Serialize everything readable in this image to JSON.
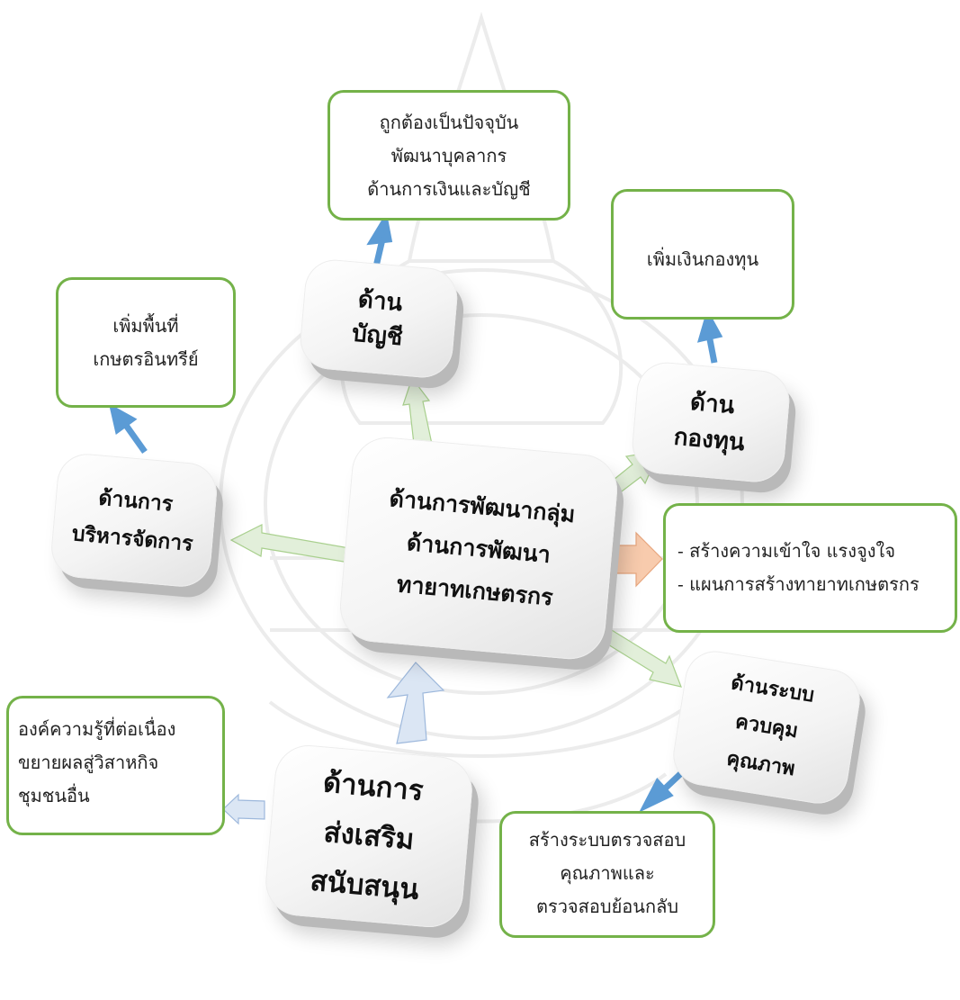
{
  "center": {
    "lines": [
      "ด้านการพัฒนากลุ่ม",
      "ด้านการพัฒนา",
      "ทายาทเกษตรกร"
    ]
  },
  "nodes": {
    "accounting": {
      "lines": [
        "ด้าน",
        "บัญชี"
      ]
    },
    "fund": {
      "lines": [
        "ด้าน",
        "กองทุน"
      ]
    },
    "management": {
      "lines": [
        "ด้านการ",
        "บริหารจัดการ"
      ]
    },
    "quality": {
      "lines": [
        "ด้านระบบ",
        "ควบคุม",
        "คุณภาพ"
      ]
    },
    "promotion": {
      "lines": [
        "ด้านการ",
        "ส่งเสริม",
        "สนับสนุน"
      ]
    }
  },
  "outcomes": {
    "accounting": {
      "lines": [
        "ถูกต้องเป็นปัจจุบัน",
        "พัฒนาบุคลากร",
        "ด้านการเงินและบัญชี"
      ]
    },
    "fund": {
      "lines": [
        "เพิ่มเงินกองทุน"
      ]
    },
    "management": {
      "lines": [
        "เพิ่มพื้นที่",
        "เกษตรอินทรีย์"
      ]
    },
    "heir": {
      "lines": [
        "- สร้างความเข้าใจ แรงจูงใจ",
        "- แผนการสร้างทายาทเกษตรกร"
      ]
    },
    "quality": {
      "lines": [
        "สร้างระบบตรวจสอบ",
        "คุณภาพและ",
        "ตรวจสอบย้อนกลับ"
      ]
    },
    "promotion": {
      "lines": [
        "องค์ความรู้ที่ต่อเนื่อง",
        "ขยายผลสู่วิสาหกิจ",
        "ชุมชนอื่น"
      ]
    }
  },
  "colors": {
    "box_border": "#74b249",
    "blue_arrow": "#5b9bd5",
    "light_green_arrow": "#e2efda",
    "light_blue_arrow": "#dbe6f4",
    "orange_arrow": "#f8cbad"
  }
}
